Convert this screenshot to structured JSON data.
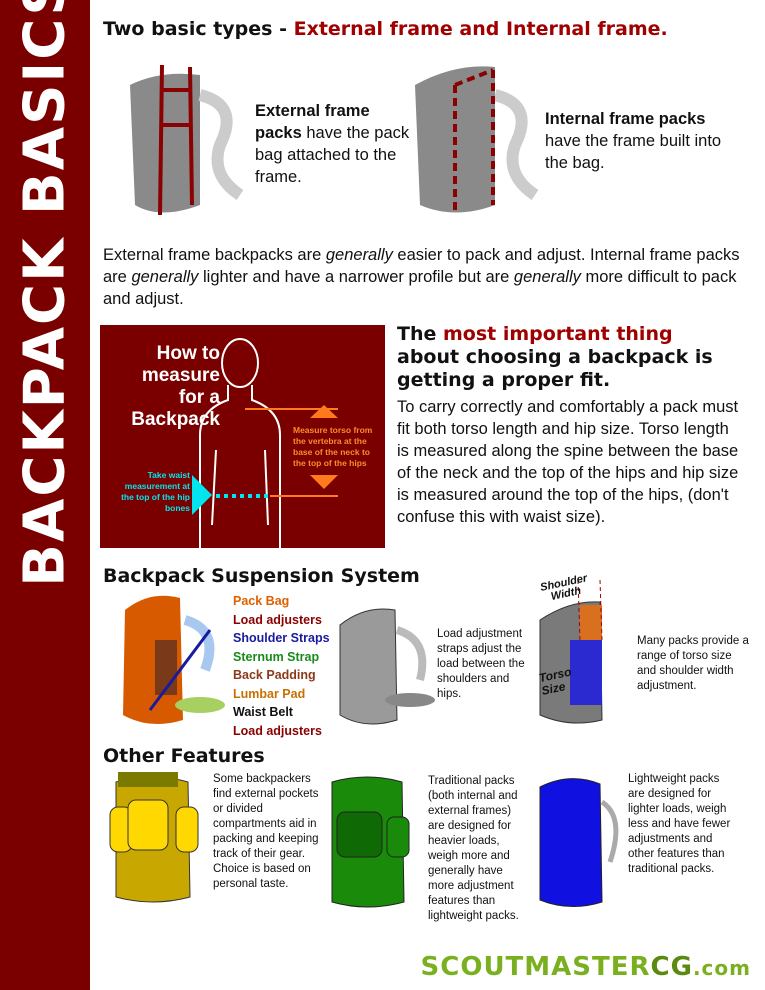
{
  "sidebar": {
    "title": "BACKPACK BASICS"
  },
  "types": {
    "heading_prefix": "Two basic types - ",
    "heading_highlight": "External frame and Internal frame.",
    "external": {
      "bold": "External frame packs",
      "rest": " have the pack bag attached to the frame."
    },
    "internal": {
      "bold": "Internal frame packs",
      "rest": " have the frame built into the bag."
    }
  },
  "intro": {
    "p1": "External frame backpacks are ",
    "em1": "generally",
    "p2": " easier to pack and adjust. Internal frame packs are ",
    "em2": "generally",
    "p3": " lighter and have a narrower profile but are ",
    "em3": "generally",
    "p4": " more difficult to pack and adjust."
  },
  "measure": {
    "title": "How to measure for a Backpack",
    "torso_note": "Measure torso from the vertebra at the base of the neck to the top of the hips",
    "waist_note": "Take waist measurement at the top of the hip bones"
  },
  "fit": {
    "h_pre": "The ",
    "h_hl": "most important thing",
    "h_post": " about choosing a backpack is getting a proper fit.",
    "body": "To carry correctly and comfortably a pack must fit both torso length and hip size. Torso length is measured along the spine between the base of the neck and the top of the hips and hip size is measured around the top of the hips, (don't confuse this with waist size)."
  },
  "suspension": {
    "heading": "Backpack Suspension System",
    "labels": [
      {
        "text": "Pack Bag",
        "color": "#e06000"
      },
      {
        "text": "Load adjusters",
        "color": "#8b0000"
      },
      {
        "text": "Shoulder Straps",
        "color": "#1a1aa0"
      },
      {
        "text": "Sternum Strap",
        "color": "#1a8a1a"
      },
      {
        "text": "Back Padding",
        "color": "#8b3a1a"
      },
      {
        "text": "Lumbar Pad",
        "color": "#c87000"
      },
      {
        "text": "Waist Belt",
        "color": "#111111"
      },
      {
        "text": "Load adjusters",
        "color": "#8b0000"
      }
    ],
    "load_note": "Load adjustment straps adjust the load between the shoulders and hips.",
    "shoulder_width": "Shoulder Width",
    "torso_size": "Torso Size",
    "range_note": "Many packs provide a range of torso size and shoulder width adjustment."
  },
  "other": {
    "heading": "Other Features",
    "items": [
      {
        "text": "Some backpackers find external pockets or divided compartments aid in packing and keeping track of their gear. Choice is based on personal taste.",
        "color": "#c8a000"
      },
      {
        "text": "Traditional packs (both internal and external frames) are designed for heavier loads, weigh more and generally have more adjustment features than lightweight packs.",
        "color": "#1a8a0a"
      },
      {
        "text": "Lightweight packs are designed for lighter loads, weigh less and have fewer adjustments and other features than traditional packs.",
        "color": "#1010e0"
      }
    ]
  },
  "footer": {
    "brand_a": "SCOUTMASTER",
    "brand_b": "CG",
    ".com": ".com",
    "tld": ".com"
  }
}
